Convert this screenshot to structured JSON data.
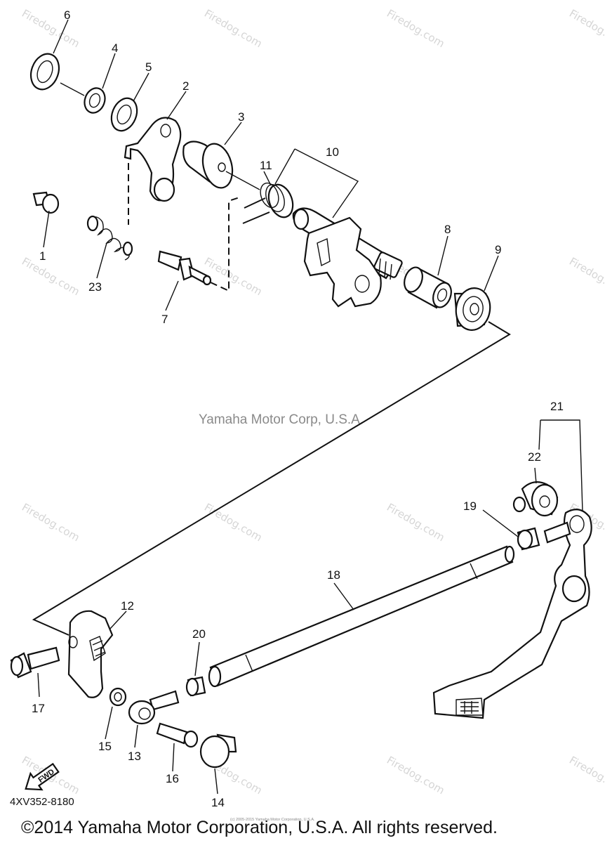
{
  "diagram": {
    "brand_watermark": "Yamaha Motor Corp, U.S.A.",
    "site_watermark": "Firedog.com",
    "figure_code": "4XV352-8180",
    "direction_label": "FWD",
    "small_copyright": "(c) 2005-2015 Yamaha Motor Corporation, U.S.A.",
    "copyright": "©2014 Yamaha Motor Corporation, U.S.A. All rights reserved.",
    "callouts": [
      "1",
      "2",
      "3",
      "4",
      "5",
      "6",
      "7",
      "8",
      "9",
      "10",
      "11",
      "12",
      "13",
      "14",
      "15",
      "16",
      "17",
      "18",
      "19",
      "20",
      "21",
      "22",
      "23"
    ]
  }
}
